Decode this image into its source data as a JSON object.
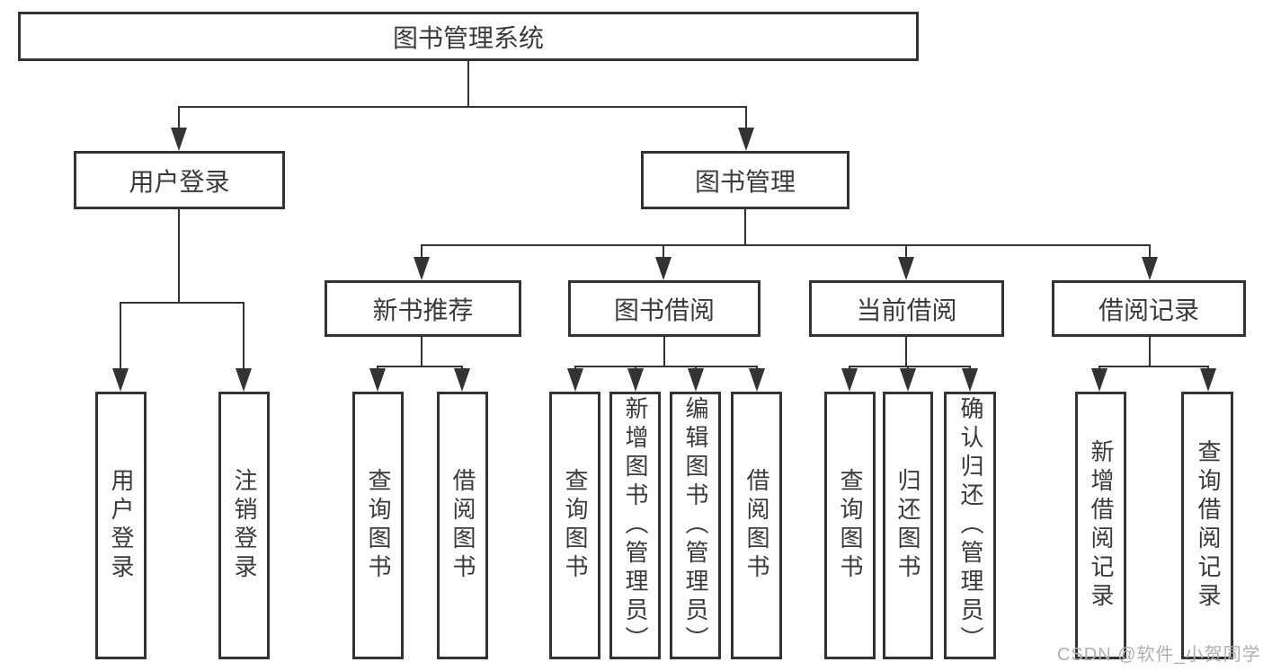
{
  "colors": {
    "background": "#ffffff",
    "box_fill": "#ffffff",
    "box_border": "#333333",
    "line": "#333333",
    "text": "#3a3a3a",
    "watermark": "#b0b0b0"
  },
  "watermark": {
    "text": "CSDN @软件_小贺同学"
  },
  "tree": {
    "label": "图书管理系统",
    "children": [
      {
        "label": "用户登录",
        "children": [
          {
            "label": "用户登录"
          },
          {
            "label": "注销登录"
          }
        ]
      },
      {
        "label": "图书管理",
        "children": [
          {
            "label": "新书推荐",
            "children": [
              {
                "label": "查询图书"
              },
              {
                "label": "借阅图书"
              }
            ]
          },
          {
            "label": "图书借阅",
            "children": [
              {
                "label": "查询图书"
              },
              {
                "label": "新增图书（管理员）"
              },
              {
                "label": "编辑图书（管理员）"
              },
              {
                "label": "借阅图书"
              }
            ]
          },
          {
            "label": "当前借阅",
            "children": [
              {
                "label": "查询图书"
              },
              {
                "label": "归还图书"
              },
              {
                "label": "确认归还（管理员）"
              }
            ]
          },
          {
            "label": "借阅记录",
            "children": [
              {
                "label": "新增借阅记录"
              },
              {
                "label": "查询借阅记录"
              }
            ]
          }
        ]
      }
    ]
  }
}
